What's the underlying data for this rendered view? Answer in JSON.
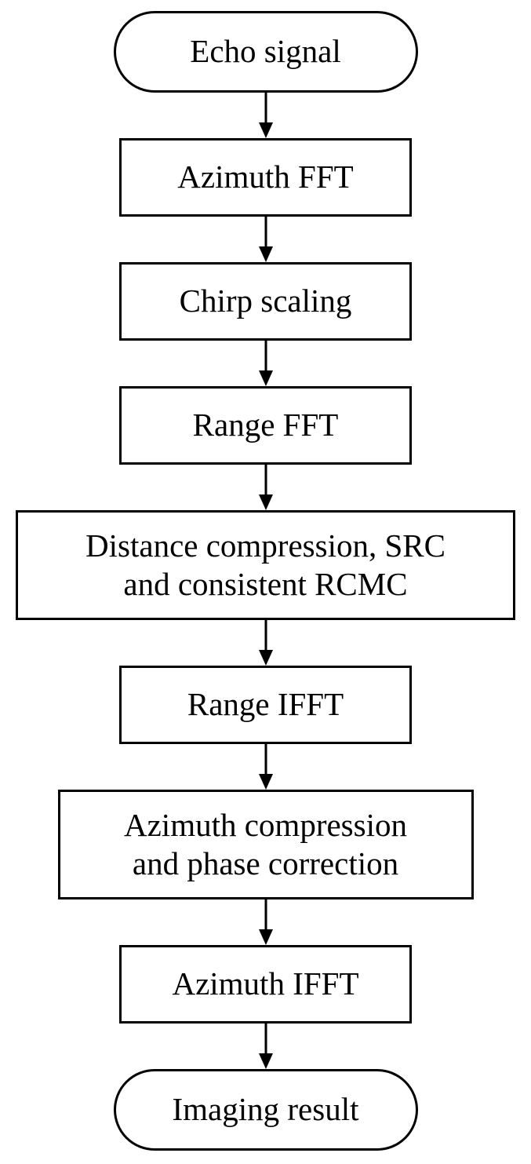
{
  "diagram": {
    "type": "flowchart",
    "orientation": "top-to-bottom",
    "colors": {
      "stroke": "#000000",
      "fill": "#ffffff",
      "text": "#000000"
    },
    "nodes": [
      {
        "id": "echo-signal",
        "shape": "stadium",
        "label": "Echo signal"
      },
      {
        "id": "azimuth-fft",
        "shape": "rectangle",
        "label": "Azimuth FFT"
      },
      {
        "id": "chirp-scaling",
        "shape": "rectangle",
        "label": "Chirp scaling"
      },
      {
        "id": "range-fft",
        "shape": "rectangle",
        "label": "Range FFT"
      },
      {
        "id": "distance-compression",
        "shape": "rectangle",
        "label": "Distance compression, SRC\nand consistent RCMC"
      },
      {
        "id": "range-ifft",
        "shape": "rectangle",
        "label": "Range IFFT"
      },
      {
        "id": "azimuth-compression",
        "shape": "rectangle",
        "label": "Azimuth compression\nand phase correction"
      },
      {
        "id": "azimuth-ifft",
        "shape": "rectangle",
        "label": "Azimuth IFFT"
      },
      {
        "id": "imaging-result",
        "shape": "stadium",
        "label": "Imaging result"
      }
    ],
    "edges": [
      {
        "from": "echo-signal",
        "to": "azimuth-fft",
        "style": "arrow-down"
      },
      {
        "from": "azimuth-fft",
        "to": "chirp-scaling",
        "style": "arrow-down"
      },
      {
        "from": "chirp-scaling",
        "to": "range-fft",
        "style": "arrow-down"
      },
      {
        "from": "range-fft",
        "to": "distance-compression",
        "style": "arrow-down"
      },
      {
        "from": "distance-compression",
        "to": "range-ifft",
        "style": "arrow-down"
      },
      {
        "from": "range-ifft",
        "to": "azimuth-compression",
        "style": "arrow-down"
      },
      {
        "from": "azimuth-compression",
        "to": "azimuth-ifft",
        "style": "arrow-down"
      },
      {
        "from": "azimuth-ifft",
        "to": "imaging-result",
        "style": "arrow-down"
      }
    ]
  }
}
